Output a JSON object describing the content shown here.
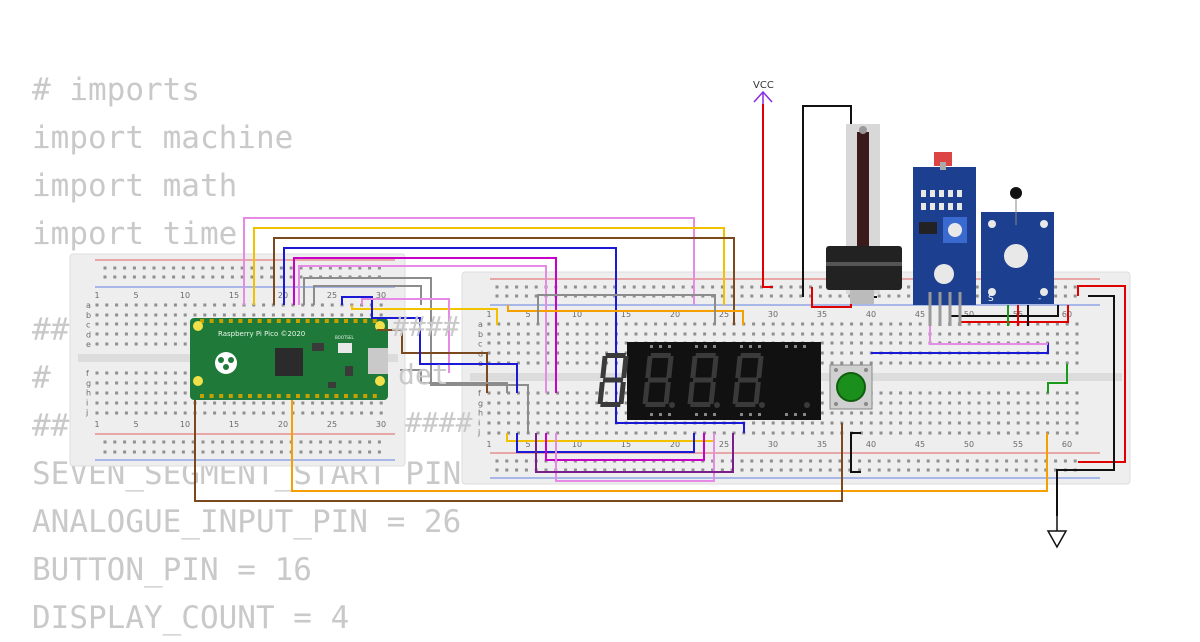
{
  "code_lines": [
    "# imports",
    "import machine",
    "import math",
    "import time",
    "",
    "## ",
    "#  ",
    "## ",
    "SEVEN_SEGMENT_START_PIN",
    "ANALOGUE_INPUT_PIN = 26",
    "BUTTON_PIN = 16",
    "DISPLAY_COUNT = 4"
  ],
  "overlap_fragments": [
    "####",
    "det",
    "####"
  ],
  "pico": {
    "label": "Raspberry Pi Pico ©2020",
    "side_label": "BOOTSEL"
  },
  "vcc_label": "VCC",
  "display": {
    "digits": [
      "8.",
      "8.",
      "8.",
      "8."
    ]
  },
  "breadboard_small": {
    "col_numbers": [
      "1",
      "5",
      "10",
      "15",
      "20",
      "25",
      "30"
    ],
    "rows_top": [
      "a",
      "b",
      "c",
      "d",
      "e"
    ],
    "rows_bottom": [
      "f",
      "g",
      "h",
      "i",
      "j"
    ]
  },
  "breadboard_large": {
    "col_numbers": [
      "1",
      "5",
      "10",
      "15",
      "20",
      "25",
      "30",
      "35",
      "40",
      "45",
      "50",
      "55",
      "60"
    ],
    "rows_top": [
      "a",
      "b",
      "c",
      "d",
      "e"
    ],
    "rows_bottom": [
      "f",
      "g",
      "h",
      "i",
      "j"
    ]
  },
  "sensor_pins": [
    "S",
    "-"
  ],
  "colors": {
    "pico_green": "#1f7a3a",
    "breadboard": "#eeeeee",
    "wire_pink": "#e58be5",
    "wire_yellow": "#f2c200",
    "wire_brown": "#7a4a1e",
    "wire_blue": "#1a1ad6",
    "wire_magenta": "#c800c8",
    "wire_gray": "#8c8c8c",
    "wire_orange": "#f5a000",
    "wire_red": "#e00000",
    "wire_black": "#111111",
    "wire_green": "#1a9a1a",
    "wire_purple": "#7a1e8c",
    "sensor_blue": "#1c3f8f",
    "button_green": "#1b8f1b"
  },
  "icons": [
    "raspberry-logo-icon",
    "vcc-arrow-icon",
    "ground-symbol-icon"
  ]
}
